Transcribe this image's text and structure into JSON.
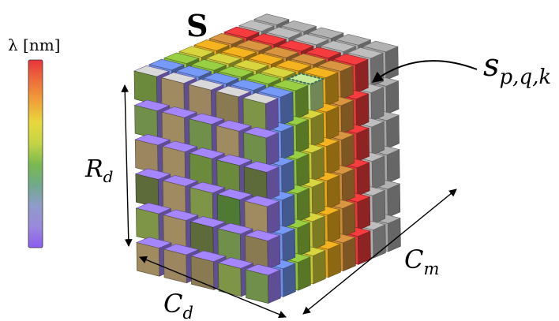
{
  "colorbar": {
    "label": "λ [nm]",
    "stops": [
      "#e8343a",
      "#ee6f3a",
      "#f0a238",
      "#e8d83c",
      "#c4d444",
      "#7ab94f",
      "#6fa98b",
      "#8f9cc9",
      "#9a88dc",
      "#8b5cf0"
    ]
  },
  "labels": {
    "title": "S",
    "element": "s",
    "element_sub": "p,q,k",
    "rows": "R",
    "rows_sub": "d",
    "cols": "C",
    "cols_sub": "d",
    "bands": "C",
    "bands_sub": "m"
  },
  "cube": {
    "rows": 6,
    "cols": 5,
    "bands": 9,
    "band_colors": [
      "#9a7cf2",
      "#6e8fe6",
      "#8dc03e",
      "#c9c53a",
      "#e3a61d",
      "#c98a3a",
      "#e5383a",
      "#b0b0b0",
      "#a5a5a5"
    ],
    "image_colors": [
      "#6b8a3c",
      "#8a7a52",
      "#4f7a33",
      "#a08a5f",
      "#7e9446",
      "#5d6b3a",
      "#9b8660",
      "#6f8f4a"
    ],
    "highlight": {
      "row": 0,
      "col": 4,
      "band": 3
    }
  }
}
